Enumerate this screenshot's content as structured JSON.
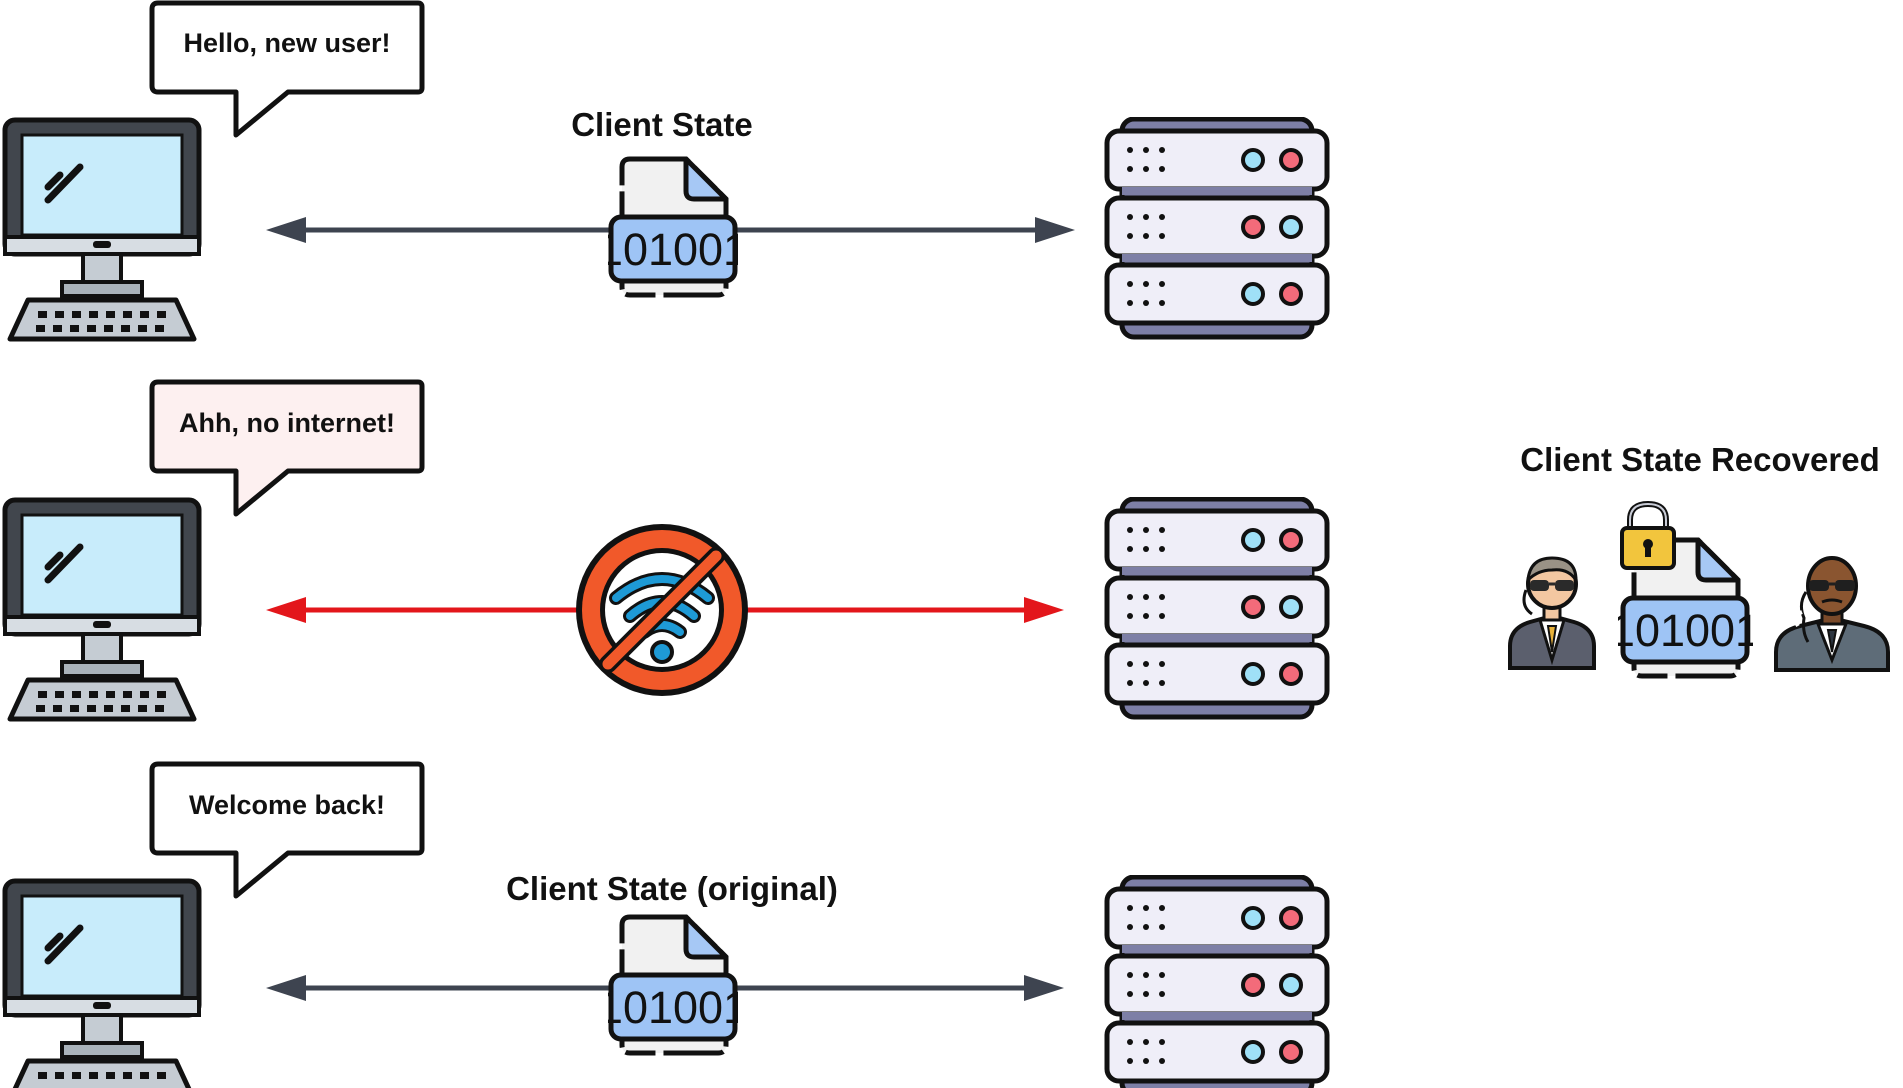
{
  "rows": [
    {
      "bubble": "Hello, new user!",
      "label": "Client State",
      "bits": "101001"
    },
    {
      "bubble": "Ahh, no internet!",
      "label": "",
      "bits": ""
    },
    {
      "bubble": "Welcome back!",
      "label": "Client State (original)",
      "bits": "101001"
    }
  ],
  "recovered": {
    "label": "Client State Recovered",
    "bits": "101001"
  },
  "colors": {
    "arrow_normal": "#3e4450",
    "arrow_error": "#e3161b",
    "bubble_alert_bg": "#fdf0f0",
    "screen": "#c8ecfb",
    "file_badge": "#9ec4f5",
    "no_sign": "#f1592a",
    "wifi": "#1e9ad6",
    "server_body": "#efeef8",
    "server_shadow": "#7d7fa6",
    "led_red": "#f36b7a",
    "led_blue": "#9fe0f7",
    "lock": "#f2c53d"
  },
  "icons": [
    "computer-icon",
    "server-icon",
    "file-binary-icon",
    "no-wifi-icon",
    "padlock-icon",
    "agent-icon"
  ]
}
